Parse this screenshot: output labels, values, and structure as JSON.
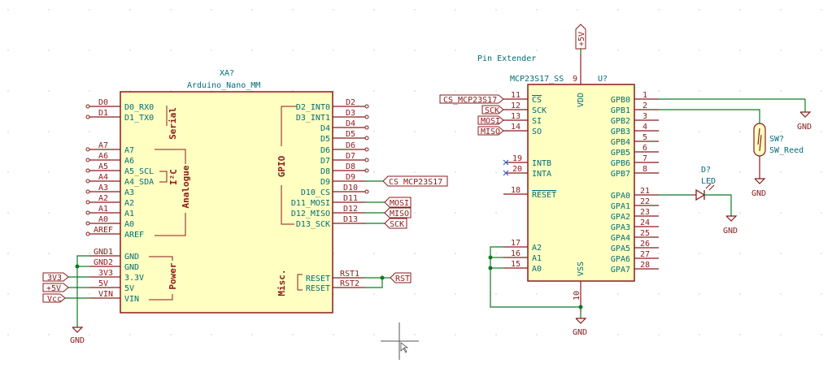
{
  "arduino": {
    "ref": "XA?",
    "value": "Arduino_Nano_MM",
    "side_labels": {
      "serial": "Serial",
      "analogue": "Analogue",
      "i2c": "I²C",
      "power": "Power",
      "gpio": "GPIO",
      "misc": "Misc."
    },
    "left_pins": [
      {
        "net": "D0",
        "name": "D0_RX0"
      },
      {
        "net": "D1",
        "name": "D1_TX0"
      },
      {
        "net": "A7",
        "name": "A7"
      },
      {
        "net": "A6",
        "name": "A6"
      },
      {
        "net": "A5",
        "name": "A5_SCL"
      },
      {
        "net": "A4",
        "name": "A4_SDA"
      },
      {
        "net": "A3",
        "name": "A3"
      },
      {
        "net": "A2",
        "name": "A2"
      },
      {
        "net": "A1",
        "name": "A1"
      },
      {
        "net": "A0",
        "name": "A0"
      },
      {
        "net": "AREF",
        "name": "AREF"
      },
      {
        "net": "GND1",
        "name": "GND"
      },
      {
        "net": "GND2",
        "name": "GND"
      },
      {
        "net": "3V3",
        "name": "3.3V"
      },
      {
        "net": "5V",
        "name": "5V"
      },
      {
        "net": "VIN",
        "name": "VIN"
      }
    ],
    "right_pins": [
      {
        "net": "D2",
        "name": "D2_INT0"
      },
      {
        "net": "D3",
        "name": "D3_INT1"
      },
      {
        "net": "D4",
        "name": "D4"
      },
      {
        "net": "D5",
        "name": "D5"
      },
      {
        "net": "D6",
        "name": "D6"
      },
      {
        "net": "D7",
        "name": "D7"
      },
      {
        "net": "D8",
        "name": "D8"
      },
      {
        "net": "D9",
        "name": "D9"
      },
      {
        "net": "D10",
        "name": "D10_CS"
      },
      {
        "net": "D11",
        "name": "D11_MOSI"
      },
      {
        "net": "D12",
        "name": "D12_MISO"
      },
      {
        "net": "D13",
        "name": "D13_SCK"
      },
      {
        "net": "RST1",
        "name": "RESET"
      },
      {
        "net": "RST2",
        "name": "RESET"
      }
    ],
    "power_tags": [
      "3V3",
      "+5V",
      "Vcc"
    ],
    "gnd_label": "GND",
    "net_tags": [
      "CS_MCP23S17",
      "MOSI",
      "MISO",
      "SCK",
      "RST"
    ]
  },
  "extender": {
    "title": "Pin Extender",
    "value": "MCP23S17_SS",
    "ref": "U?",
    "power_tag": "+5V",
    "vdd": {
      "num": "9",
      "name": "VDD"
    },
    "vss": {
      "num": "10",
      "name": "VSS"
    },
    "left_pins": [
      {
        "num": "11",
        "name": "CS",
        "tag": "CS_MCP23S17"
      },
      {
        "num": "12",
        "name": "SCK",
        "tag": "SCK"
      },
      {
        "num": "13",
        "name": "SI",
        "tag": "MOSI"
      },
      {
        "num": "14",
        "name": "SO",
        "tag": "MISO"
      },
      {
        "num": "19",
        "name": "INTB",
        "tag": ""
      },
      {
        "num": "20",
        "name": "INTA",
        "tag": ""
      },
      {
        "num": "18",
        "name": "RESET",
        "tag": ""
      },
      {
        "num": "17",
        "name": "A2",
        "tag": ""
      },
      {
        "num": "16",
        "name": "A1",
        "tag": ""
      },
      {
        "num": "15",
        "name": "A0",
        "tag": ""
      }
    ],
    "right_pins": [
      {
        "num": "1",
        "name": "GPB0"
      },
      {
        "num": "2",
        "name": "GPB1"
      },
      {
        "num": "3",
        "name": "GPB2"
      },
      {
        "num": "4",
        "name": "GPB3"
      },
      {
        "num": "5",
        "name": "GPB4"
      },
      {
        "num": "6",
        "name": "GPB5"
      },
      {
        "num": "7",
        "name": "GPB6"
      },
      {
        "num": "8",
        "name": "GPB7"
      },
      {
        "num": "21",
        "name": "GPA0"
      },
      {
        "num": "22",
        "name": "GPA1"
      },
      {
        "num": "23",
        "name": "GPA2"
      },
      {
        "num": "24",
        "name": "GPA3"
      },
      {
        "num": "25",
        "name": "GPA4"
      },
      {
        "num": "26",
        "name": "GPA5"
      },
      {
        "num": "27",
        "name": "GPA6"
      },
      {
        "num": "28",
        "name": "GPA7"
      }
    ],
    "gnd_label": "GND"
  },
  "switch": {
    "ref": "SW?",
    "value": "SW_Reed",
    "gnd_label": "GND",
    "gnd_top_label": "GND"
  },
  "led": {
    "ref": "D?",
    "value": "LED",
    "gnd_label": "GND"
  },
  "colors": {
    "component_body": "#ffffc2",
    "component_outline": "#8b1a1a",
    "wire": "#0f7a20",
    "pin_name": "#006d77"
  }
}
